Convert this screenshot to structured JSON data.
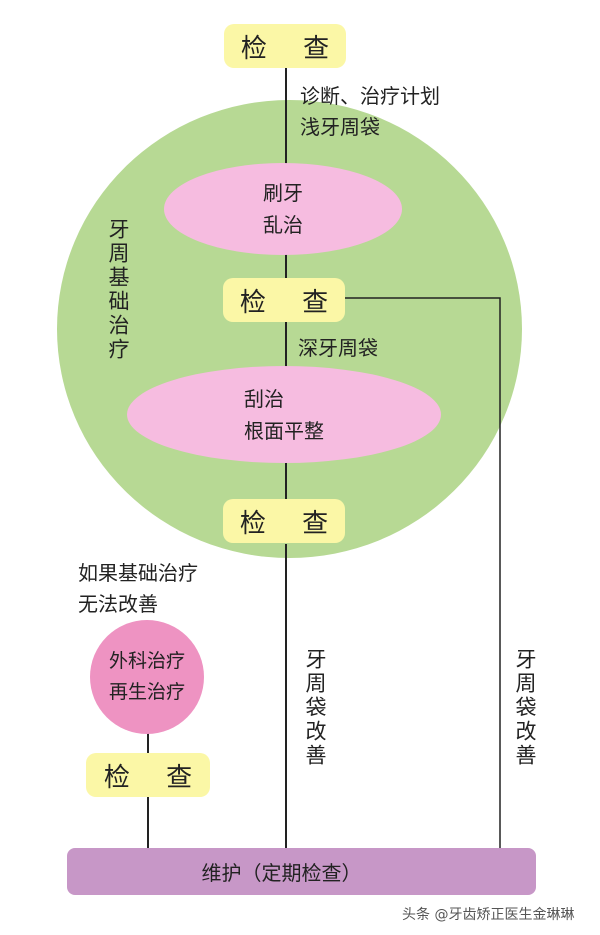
{
  "nodes": {
    "check_top": "检 查",
    "check_mid": "检 查",
    "check_low": "检 查",
    "check_left": "检 查",
    "ellipse1": [
      "刷牙",
      "乱治"
    ],
    "ellipse2": [
      "刮治",
      "根面平整"
    ],
    "surgery": [
      "外科治疗",
      "再生治疗"
    ],
    "maintenance": "维护（定期检查）"
  },
  "labels": {
    "diagnosis": [
      "诊断、治疗计划",
      "浅牙周袋"
    ],
    "deep_pocket": "深牙周袋",
    "basic_treatment": "牙周基础治疗",
    "if_no_improve": [
      "如果基础治疗",
      "无法改善"
    ],
    "pocket_improve_center": "牙周袋改善",
    "pocket_improve_right": "牙周袋改善"
  },
  "watermark": "头条 @牙齿矫正医生金琳琳",
  "colors": {
    "green_circle": "#b7d994",
    "pink_ellipse": "#f6bce0",
    "pink_circle": "#ee93c2",
    "yellow_box": "#fbf7a6",
    "purple_bar": "#c797c7"
  }
}
